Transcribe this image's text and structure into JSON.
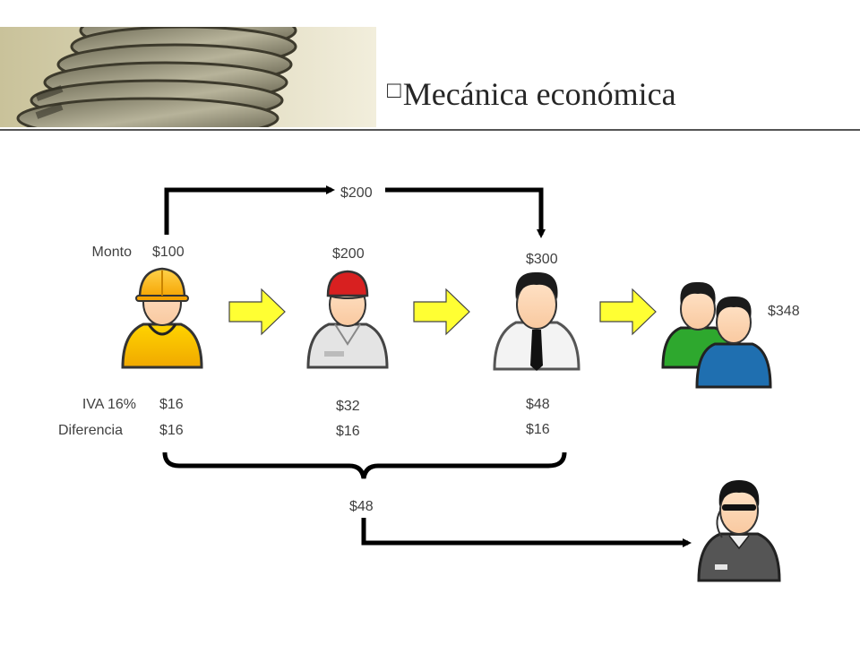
{
  "slide": {
    "bullet_glyph": "□",
    "title": "Mecánica económica"
  },
  "labels": {
    "monto": "Monto",
    "iva": "IVA 16%",
    "diferencia": "Diferencia"
  },
  "flow": {
    "top_transfer": "$200",
    "bottom_total": "$48"
  },
  "actors": [
    {
      "name": "worker-hardhat",
      "monto": "$100",
      "iva": "$16",
      "diferencia": "$16"
    },
    {
      "name": "worker-cap",
      "monto": "$200",
      "iva": "$32",
      "diferencia": "$16"
    },
    {
      "name": "businessman",
      "monto": "$300",
      "iva": "$48",
      "diferencia": "$16"
    },
    {
      "name": "consumers",
      "monto": "$348"
    },
    {
      "name": "agent"
    }
  ],
  "colors": {
    "arrow_fill": "#ffff33",
    "arrow_stroke": "#444444",
    "hardhat": "#ffbf1a",
    "shirt_yellow": "#ffc800",
    "cap_red": "#d82020",
    "shirt_green": "#2ea82e",
    "shirt_blue": "#1f6fb0",
    "suit_gray": "#555555"
  }
}
